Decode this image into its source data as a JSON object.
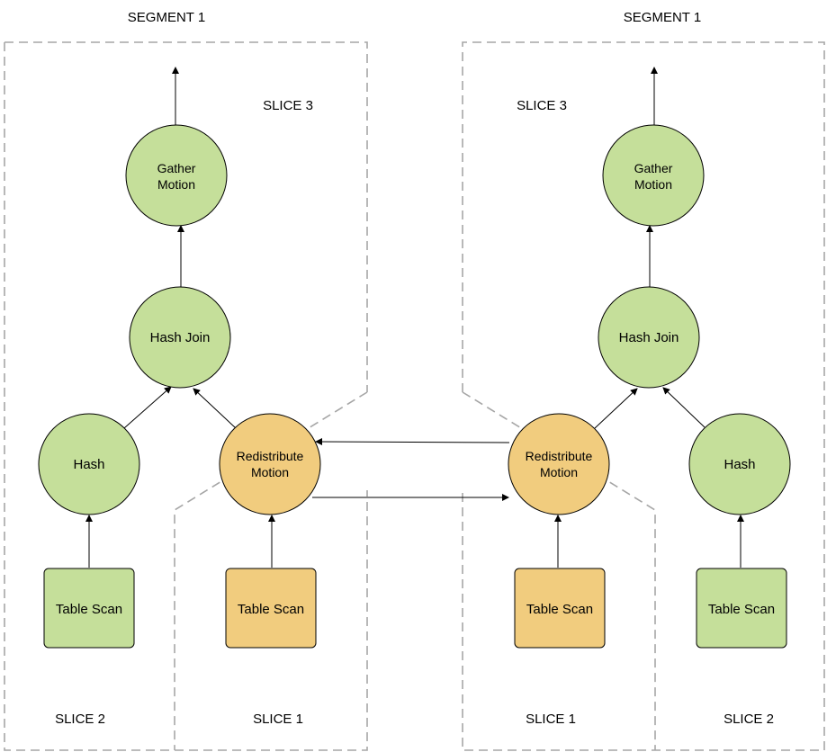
{
  "diagram": {
    "left": {
      "segment_label": "SEGMENT 1",
      "slice3_label": "SLICE 3",
      "slice2_label": "SLICE 2",
      "slice1_label": "SLICE 1",
      "gather_line1": "Gather",
      "gather_line2": "Motion",
      "hash_join": "Hash Join",
      "hash": "Hash",
      "redistribute_line1": "Redistribute",
      "redistribute_line2": "Motion",
      "table_scan_hash": "Table Scan",
      "table_scan_redistribute": "Table Scan"
    },
    "right": {
      "segment_label": "SEGMENT 1",
      "slice3_label": "SLICE 3",
      "slice1_label": "SLICE 1",
      "slice2_label": "SLICE 2",
      "gather_line1": "Gather",
      "gather_line2": "Motion",
      "hash_join": "Hash Join",
      "hash": "Hash",
      "redistribute_line1": "Redistribute",
      "redistribute_line2": "Motion",
      "table_scan_redistribute": "Table Scan",
      "table_scan_hash": "Table Scan"
    },
    "colors": {
      "green_node": "#c5df9a",
      "orange_node": "#f1cc7e",
      "boundary": "#a6a6a6"
    }
  }
}
